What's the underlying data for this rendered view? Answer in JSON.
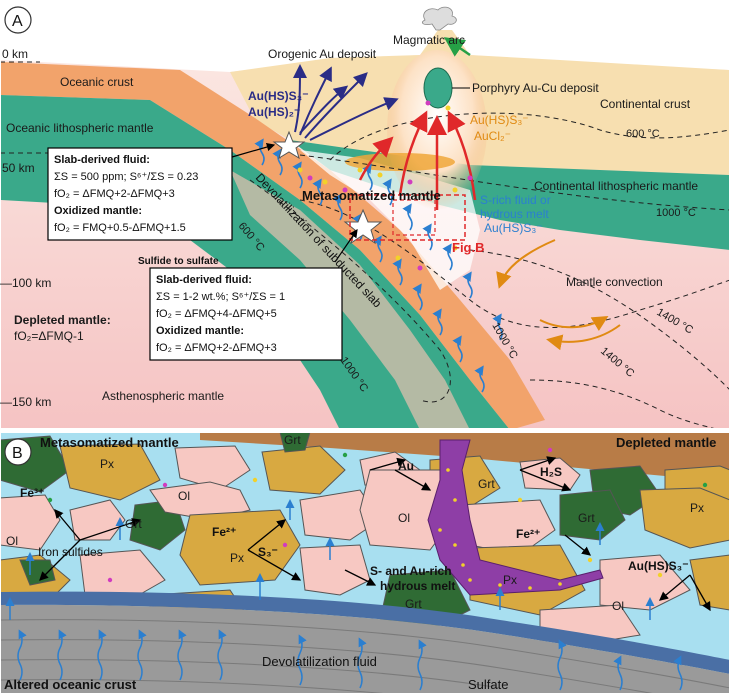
{
  "panel_a": {
    "letter": "A",
    "depth_labels": [
      "0 km",
      "50 km",
      "—100 km",
      "—150 km"
    ],
    "layers": {
      "oceanic_crust": "Oceanic crust",
      "oceanic_mantle": "Oceanic lithospheric mantle",
      "continental_crust": "Continental crust",
      "continental_mantle": "Continental lithospheric mantle",
      "asthenosphere": "Asthenospheric mantle",
      "depleted_mantle": "Depleted mantle:",
      "depleted_fo2": "fO₂=ΔFMQ-1"
    },
    "features": {
      "magmatic_arc": "Magmatic arc",
      "orogenic_au": "Orogenic Au deposit",
      "porphyry": "Porphyry Au-Cu deposit",
      "metasomatized": "Metasomatized mantle",
      "s_rich_1": "S-rich fluid or",
      "s_rich_2": "hydrous melt",
      "s_rich_3": "Au(HS)S₃⁻",
      "fig_b": "Fig.B",
      "devolatilization": "Devolatilization of subducted slab",
      "mantle_convection": "Mantle convection",
      "sulfide_to_sulfate": "Sulfide to sulfate"
    },
    "species": {
      "au_hs_s3": "Au(HS)S₃⁻",
      "au_hs_2": "Au(HS)₂⁻",
      "au_hs_s3_orange": "Au(HS)S₃⁻",
      "aucl2": "AuCl₂⁻"
    },
    "isotherms": {
      "t600_crust": "600 °C",
      "t600_slab": "600 °C",
      "t1000_a": "1000 °C",
      "t1000_b": "1000 °C",
      "t1000_c": "1000 °C",
      "t1400_a": "1400 °C",
      "t1400_b": "1400 °C"
    },
    "box1": {
      "title": "Slab-derived fluid:",
      "line1": "ΣS = 500 ppm; S⁶⁺/ΣS = 0.23",
      "line2": "fO₂ = ΔFMQ+2-ΔFMQ+3",
      "title2": "Oxidized mantle:",
      "line3": "fO₂ = FMQ+0.5-ΔFMQ+1.5"
    },
    "box2": {
      "title": "Slab-derived fluid:",
      "line1": "ΣS = 1-2 wt.%; S⁶⁺/ΣS = 1",
      "line2": "fO₂ = ΔFMQ+4-ΔFMQ+5",
      "title2": "Oxidized mantle:",
      "line3": "fO₂ = ΔFMQ+2-ΔFMQ+3"
    }
  },
  "panel_b": {
    "letter": "B",
    "metasomatized": "Metasomatized mantle",
    "depleted": "Depleted mantle",
    "altered_crust": "Altered oceanic crust",
    "devol_fluid": "Devolatilization fluid",
    "sulfate": "Sulfate",
    "minerals": {
      "px": "Px",
      "ol": "Ol",
      "grt": "Grt"
    },
    "labels": {
      "fe3": "Fe³⁺",
      "fe2_left": "Fe²⁺",
      "fe2_right": "Fe²⁺",
      "iron_sulfides": "Iron sulfides",
      "s3": "S₃⁻",
      "au": "Au",
      "h2s": "H₂S",
      "melt_1": "S- and Au-rich",
      "melt_2": "hydrous melt",
      "au_hs_s3": "Au(HS)S₃⁻"
    }
  },
  "colors": {
    "oceanic_crust": "#f2a36b",
    "oceanic_mantle": "#3aa98a",
    "continental_crust": "#f7dfb0",
    "asthenosphere_top": "#fbe5df",
    "asthenosphere_bottom": "#f6c6c6",
    "fluid_blue": "#2b7fd0",
    "arrow_navy": "#2a2c86",
    "arrow_red": "#e0282a",
    "arrow_orange": "#e08a12",
    "box_border": "#000000",
    "b_fluid": "#a8dff0",
    "b_px": "#d8a941",
    "b_grt": "#2f6b34",
    "b_ol": "#f7c8c2",
    "b_crust": "#9a9a9a",
    "b_depleted": "#b87c47",
    "b_melt": "#8e3ea6"
  }
}
